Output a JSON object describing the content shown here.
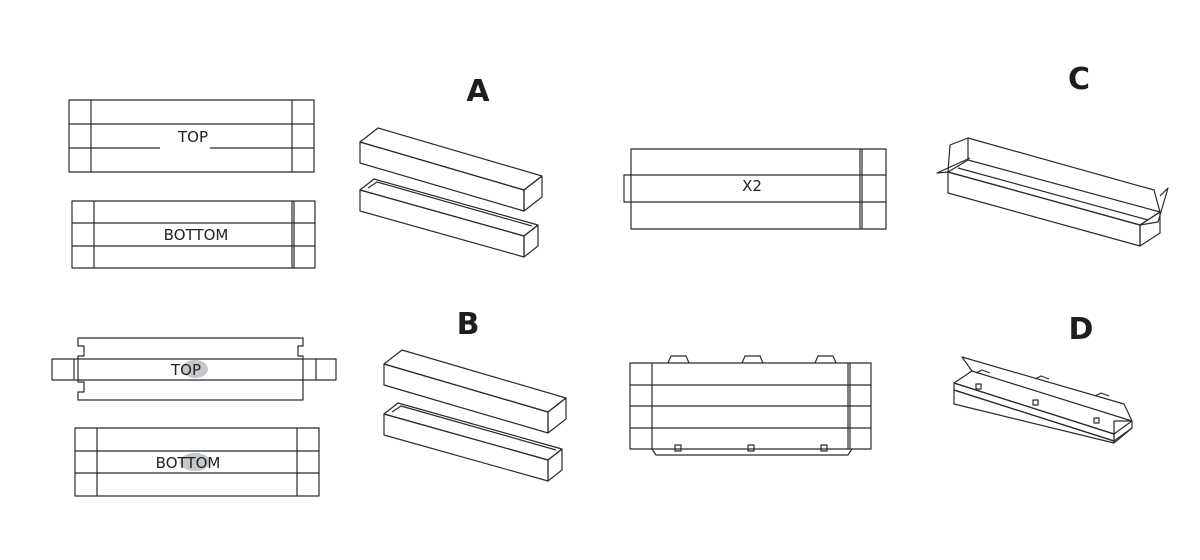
{
  "labels": {
    "box_a": "A",
    "box_b": "B",
    "box_c": "C",
    "box_d": "D"
  },
  "panels": {
    "top_a": "TOP",
    "bottom_a": "BOTTOM",
    "x2": "X2",
    "top_b": "TOP",
    "bottom_b": "BOTTOM"
  }
}
